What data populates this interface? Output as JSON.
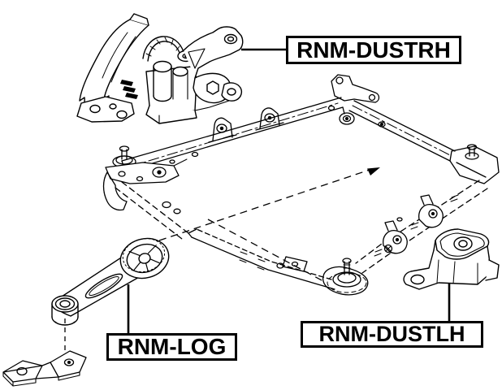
{
  "colors": {
    "background": "#ffffff",
    "ink": "#000000"
  },
  "labels": {
    "right_mount": "RNM-DUSTRH",
    "torque_rod": "RNM-LOG",
    "left_mount": "RNM-DUSTLH"
  }
}
